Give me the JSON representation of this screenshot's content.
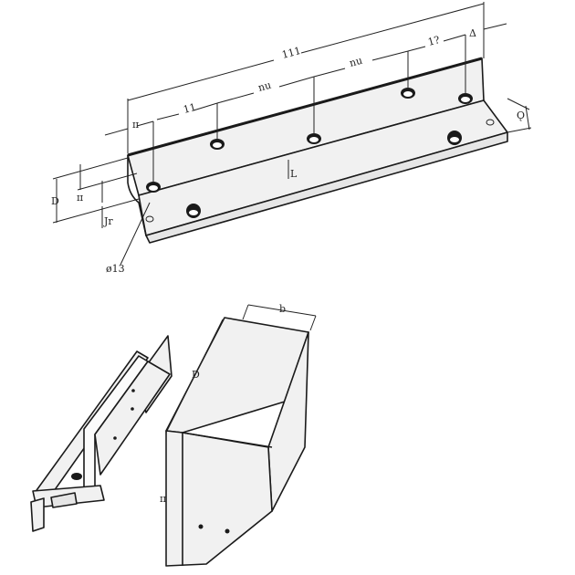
{
  "figure": {
    "type": "technical-drawing",
    "views": [
      {
        "id": "angle-bracket-dimensioned",
        "description": "Isometric L-angle bracket with slotted holes and dimension lines"
      },
      {
        "id": "channel-rail-assembly",
        "description": "Isometric rail / channel assembly with mounting flange"
      },
      {
        "id": "housing-block",
        "description": "Isometric block housing with two fastener holes"
      }
    ]
  },
  "dimensions": {
    "overall_length": "111",
    "spacing_1": "11",
    "spacing_2": "nu",
    "spacing_3": "nu",
    "spacing_4": "1?",
    "end_offset_right": "Δ",
    "end_offset_left": "ɪɪ",
    "flange_height_total": "D",
    "flange_height_inner": "ɪɪ",
    "hole_offset": "ɪɪ",
    "bottom_offset": "Jr",
    "center_mark": "L",
    "right_flange_width": "Ǫ",
    "hole_callout": "ø13",
    "block_width": "b",
    "block_depth": "D",
    "block_height": "ɪɪ"
  },
  "colors": {
    "line": "#1a1a1a",
    "face_light": "#f1f1f1",
    "face_mid": "#e6e6e6",
    "background": "#ffffff"
  }
}
